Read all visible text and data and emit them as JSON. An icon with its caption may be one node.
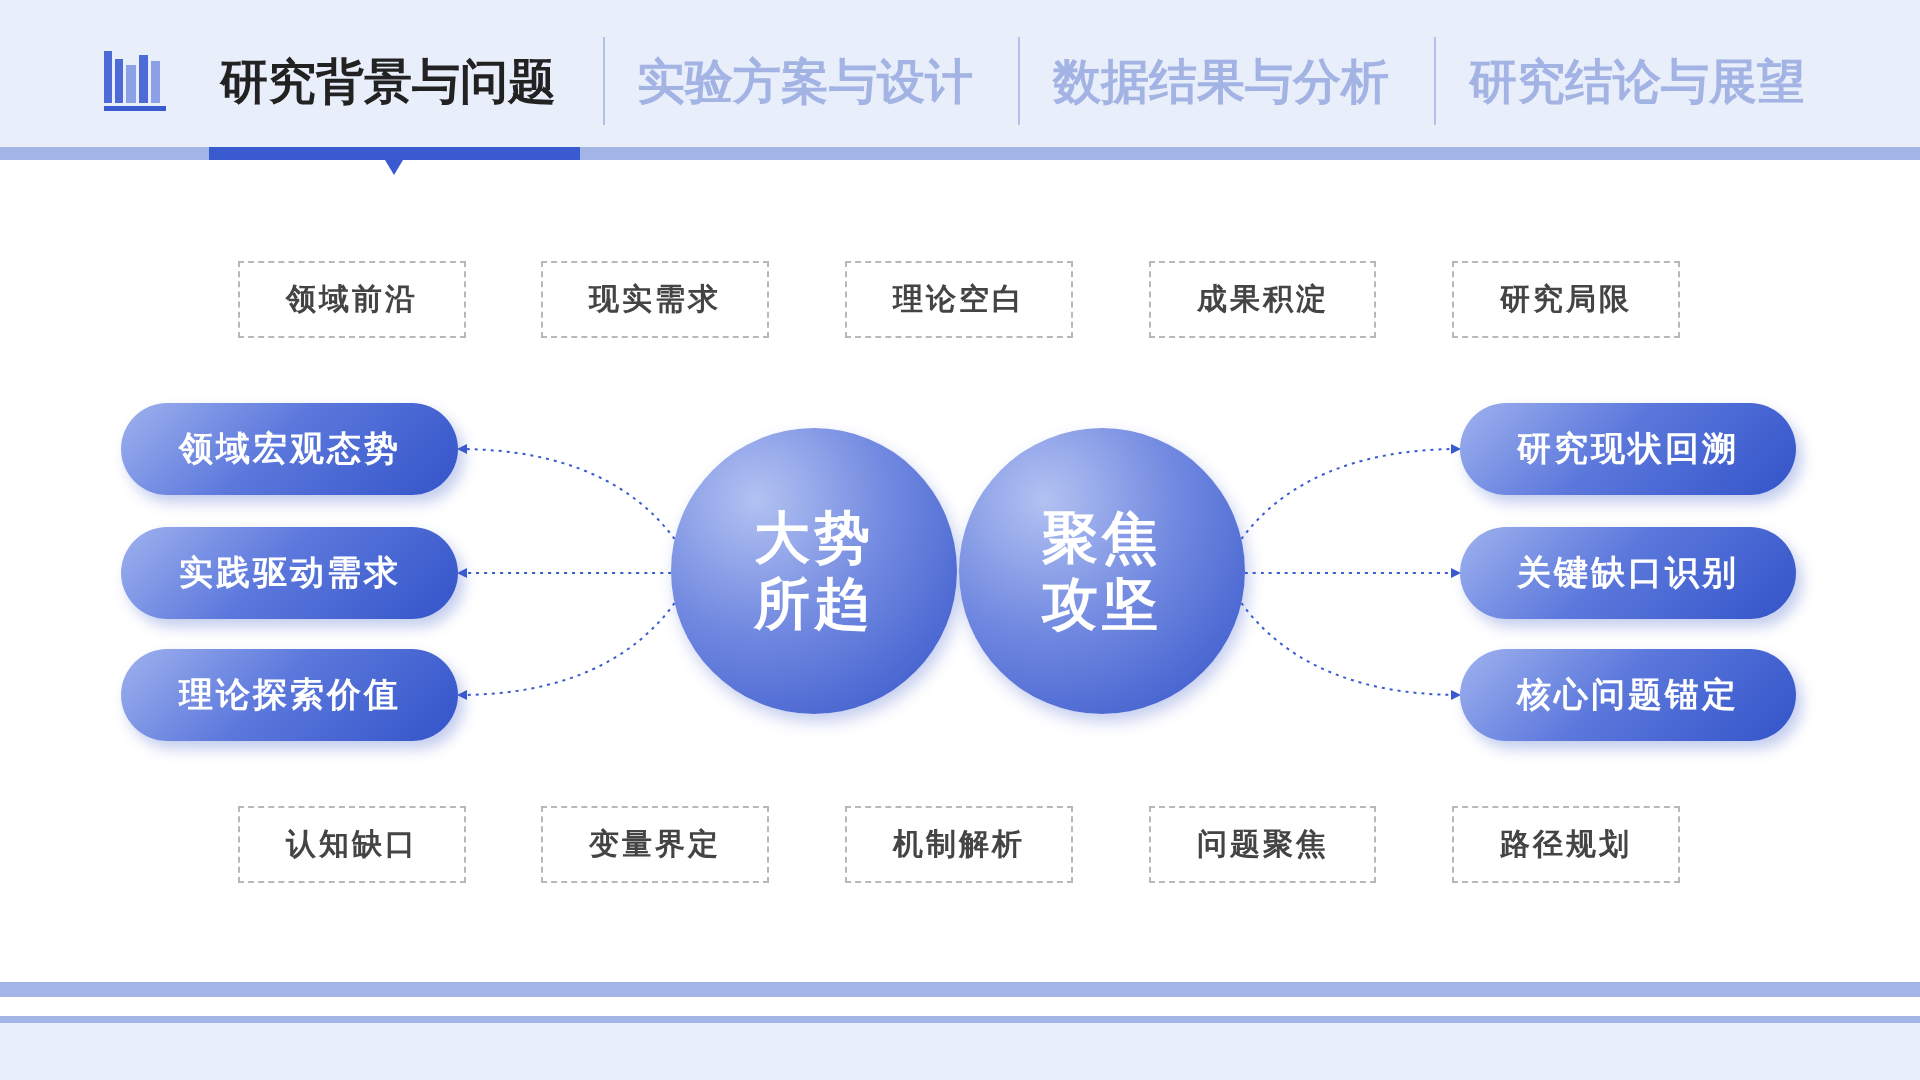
{
  "diagram": {
    "nodes": [
      {
        "text": [
          "领域前沿"
        ]
      },
      {
        "text": [
          "现实需求"
        ]
      },
      {
        "text": [
          "理论空白"
        ]
      },
      {
        "text": [
          "成果积淀"
        ]
      },
      {
        "text": [
          "研究局限"
        ]
      },
      {
        "text": [
          "领域宏观态势"
        ]
      },
      {
        "text": [
          "实践驱动需求"
        ]
      },
      {
        "text": [
          "理论探索价值"
        ]
      },
      {
        "text": [
          "大势所趋"
        ]
      },
      {
        "text": [
          "聚焦攻坚"
        ]
      },
      {
        "text": [
          "研究现状回溯"
        ]
      },
      {
        "text": [
          "关键缺口识别"
        ]
      },
      {
        "text": [
          "核心问题锚定"
        ]
      },
      {
        "text": [
          "认知缺口"
        ]
      },
      {
        "text": [
          "变量界定"
        ]
      },
      {
        "text": [
          "机制解析"
        ]
      },
      {
        "text": [
          "问题聚焦"
        ]
      },
      {
        "text": [
          "路径规划"
        ]
      }
    ],
    "edges": [
      {
        "from": 8,
        "to": 5,
        "arrow": "to",
        "style": "dashed"
      },
      {
        "from": 8,
        "to": 6,
        "arrow": "to",
        "style": "dashed"
      },
      {
        "from": 8,
        "to": 7,
        "arrow": "to",
        "style": "dashed"
      },
      {
        "from": 9,
        "to": 10,
        "arrow": "to",
        "style": "dashed"
      },
      {
        "from": 9,
        "to": 11,
        "arrow": "to",
        "style": "dashed"
      },
      {
        "from": 9,
        "to": 12,
        "arrow": "to",
        "style": "dashed"
      }
    ],
    "labels": [
      "研究背景与问题",
      "实验方案与设计",
      "数据结果与分析",
      "研究结论与展望"
    ]
  }
}
